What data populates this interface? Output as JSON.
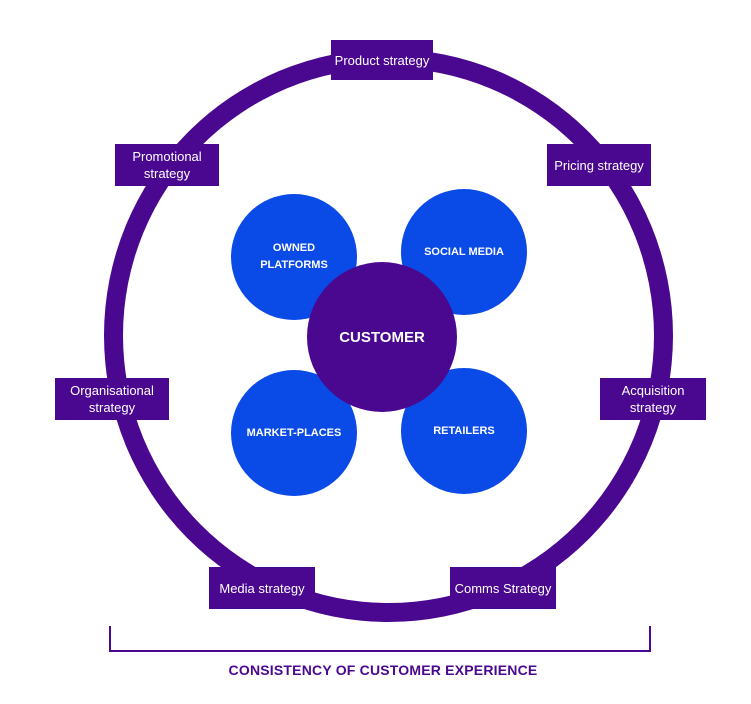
{
  "colors": {
    "accent_purple": "#4a0790",
    "bubble_blue": "#0a4ae6"
  },
  "center": {
    "label": "CUSTOMER"
  },
  "channels": [
    {
      "id": "owned",
      "label": "OWNED PLATFORMS"
    },
    {
      "id": "social",
      "label": "SOCIAL MEDIA"
    },
    {
      "id": "market",
      "label": "MARKET-PLACES"
    },
    {
      "id": "retailers",
      "label": "RETAILERS"
    }
  ],
  "strategies": {
    "product": "Product strategy",
    "pricing": "Pricing strategy",
    "acquisition": "Acquisition strategy",
    "comms": "Comms Strategy",
    "media": "Media strategy",
    "organisational": "Organisational strategy",
    "promotional": "Promotional strategy"
  },
  "footer": {
    "text": "CONSISTENCY OF CUSTOMER EXPERIENCE"
  }
}
